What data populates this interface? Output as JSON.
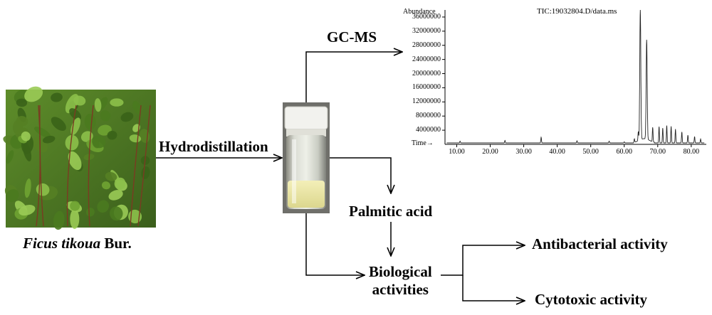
{
  "plant": {
    "name_italic": "Ficus tikoua",
    "name_rest": " Bur."
  },
  "process": {
    "hydrodistillation": "Hydrodistillation",
    "gcms": "GC-MS",
    "palmitic_acid": "Palmitic acid",
    "biological_line1": "Biological",
    "biological_line2": "activities",
    "antibacterial": "Antibacterial activity",
    "cytotoxic": "Cytotoxic activity"
  },
  "colors": {
    "leaf_dark": "#3d6b1e",
    "leaf_light": "#7fb23a",
    "oil": "#e9e6a6",
    "arrow": "#000000"
  },
  "chart_data": {
    "type": "line",
    "title": "TIC:19032804.D/data.ms",
    "xlabel": "Time→",
    "ylabel": "Abundance",
    "xlim": [
      6.5,
      84.5
    ],
    "ylim": [
      0,
      38000000
    ],
    "x_ticks": [
      "10.00",
      "20.00",
      "30.00",
      "40.00",
      "50.00",
      "60.00",
      "70.00",
      "80.00"
    ],
    "x_tick_values": [
      10,
      20,
      30,
      40,
      50,
      60,
      70,
      80
    ],
    "y_ticks": [
      "4000000",
      "8000000",
      "12000000",
      "16000000",
      "20000000",
      "24000000",
      "28000000",
      "32000000",
      "36000000"
    ],
    "y_tick_values": [
      4000000,
      8000000,
      12000000,
      16000000,
      20000000,
      24000000,
      28000000,
      32000000,
      36000000
    ],
    "baseline": 400000,
    "peaks": [
      {
        "x": 11.0,
        "y": 900000
      },
      {
        "x": 24.4,
        "y": 1100000
      },
      {
        "x": 35.2,
        "y": 2000000
      },
      {
        "x": 45.9,
        "y": 1000000
      },
      {
        "x": 55.5,
        "y": 900000
      },
      {
        "x": 60.0,
        "y": 700000
      },
      {
        "x": 63.0,
        "y": 1500000
      },
      {
        "x": 64.2,
        "y": 3000000
      },
      {
        "x": 64.8,
        "y": 37500000
      },
      {
        "x": 66.7,
        "y": 28500000
      },
      {
        "x": 68.5,
        "y": 4500000
      },
      {
        "x": 70.4,
        "y": 5000000
      },
      {
        "x": 71.5,
        "y": 4600000
      },
      {
        "x": 72.7,
        "y": 5300000
      },
      {
        "x": 74.0,
        "y": 5100000
      },
      {
        "x": 75.3,
        "y": 4300000
      },
      {
        "x": 77.2,
        "y": 3500000
      },
      {
        "x": 79.0,
        "y": 2600000
      },
      {
        "x": 81.0,
        "y": 2200000
      },
      {
        "x": 82.8,
        "y": 1500000
      }
    ]
  }
}
